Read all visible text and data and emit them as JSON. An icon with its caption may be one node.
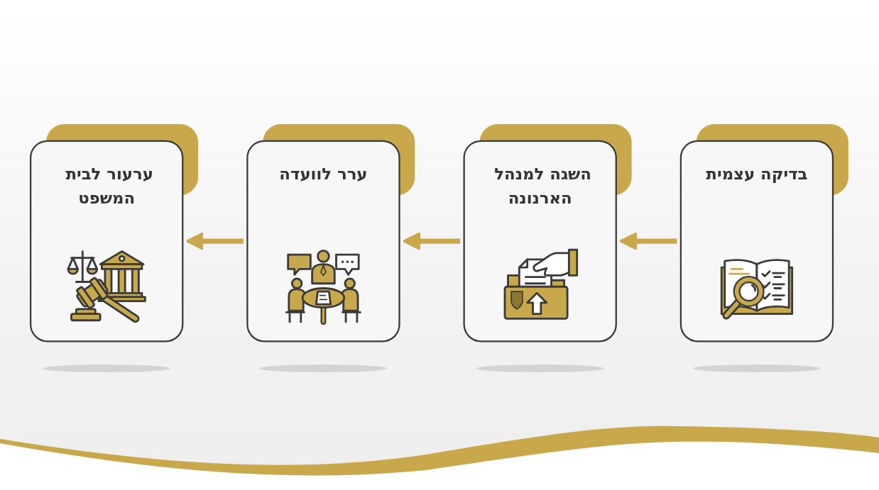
{
  "diagram": {
    "nodes": [
      {
        "text": [
          "בדיקה עצמית"
        ]
      },
      {
        "text": [
          "השגה למנהל הארנונה"
        ]
      },
      {
        "text": [
          "ערר לוועדה"
        ]
      },
      {
        "text": [
          "ערעור לבית המשפט"
        ]
      }
    ],
    "edges": [
      {
        "from": 0,
        "to": 1,
        "arrow": "to"
      },
      {
        "from": 1,
        "to": 2,
        "arrow": "to"
      },
      {
        "from": 2,
        "to": 3,
        "arrow": "to"
      }
    ]
  }
}
